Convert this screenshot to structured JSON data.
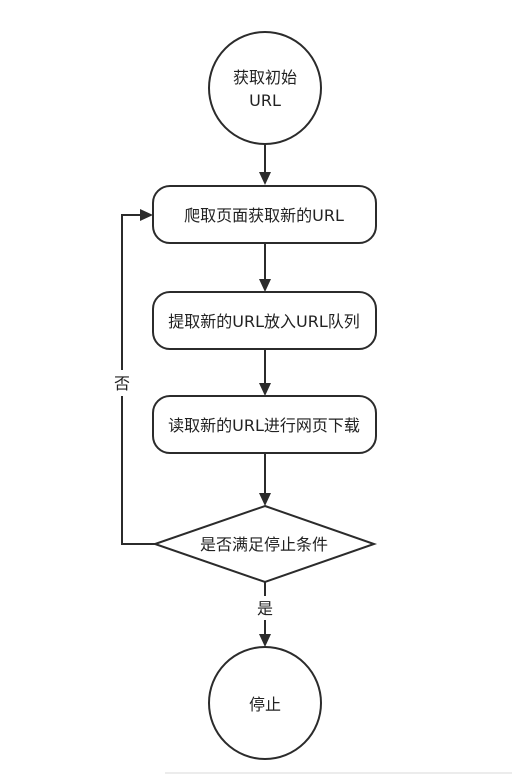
{
  "nodes": {
    "start": {
      "line1": "获取初始",
      "line2": "URL"
    },
    "crawl": "爬取页面获取新的URL",
    "extract": "提取新的URL放入URL队列",
    "read": "读取新的URL进行网页下载",
    "decision": "是否满足停止条件",
    "stop": "停止"
  },
  "edges": {
    "no_label": "否",
    "yes_label": "是"
  }
}
